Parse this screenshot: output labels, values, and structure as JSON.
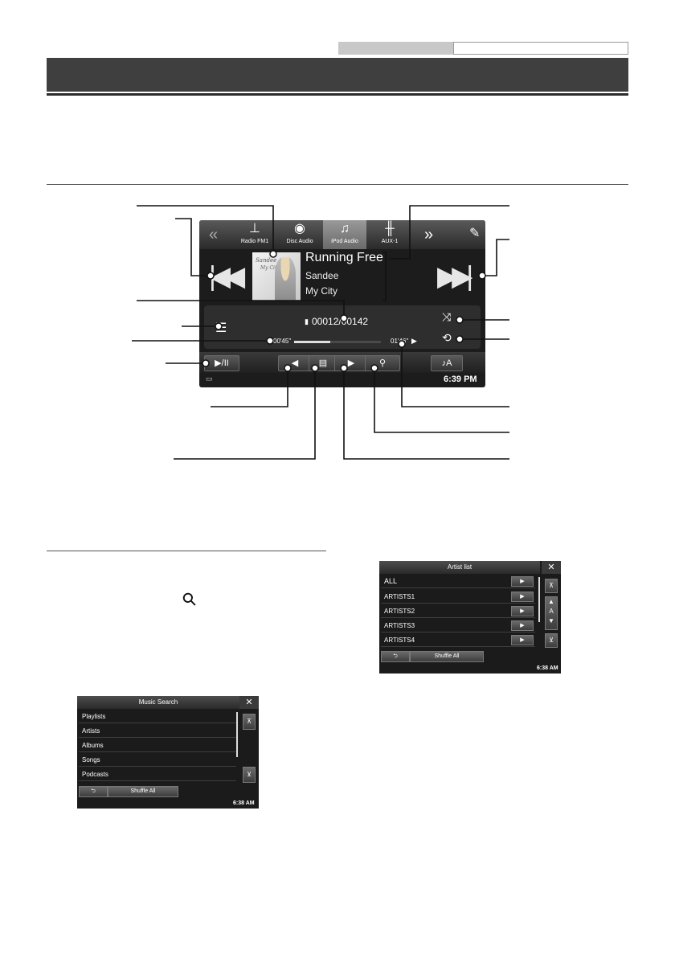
{
  "main_screen": {
    "sources": [
      {
        "label": "Radio FM1",
        "icon": "antenna-icon"
      },
      {
        "label": "Disc Audio",
        "icon": "disc-icon"
      },
      {
        "label": "iPod Audio",
        "icon": "music-note-icon"
      },
      {
        "label": "AUX-1",
        "icon": "mixer-icon"
      }
    ],
    "track": {
      "title": "Running Free",
      "artist": "Sandee",
      "album": "My City",
      "counter": "00012/00142",
      "elapsed": "00'45\"",
      "total": "01'46\"",
      "progress": 0.42
    },
    "artwork": {
      "line1": "Sandee",
      "line2": "My City"
    },
    "clock": "6:39 PM"
  },
  "search_icon": "search-icon",
  "music_search": {
    "title": "Music Search",
    "items": [
      "Playlists",
      "Artists",
      "Albums",
      "Songs",
      "Podcasts"
    ],
    "shuffle_label": "Shuffle All",
    "clock": "6:38 AM"
  },
  "artist_list": {
    "title": "Artist list",
    "items": [
      "ALL",
      "ARTISTS1",
      "ARTISTS2",
      "ARTISTS3",
      "ARTISTS4"
    ],
    "index_letter": "A",
    "shuffle_label": "Shuffle All",
    "clock": "6:38 AM"
  }
}
